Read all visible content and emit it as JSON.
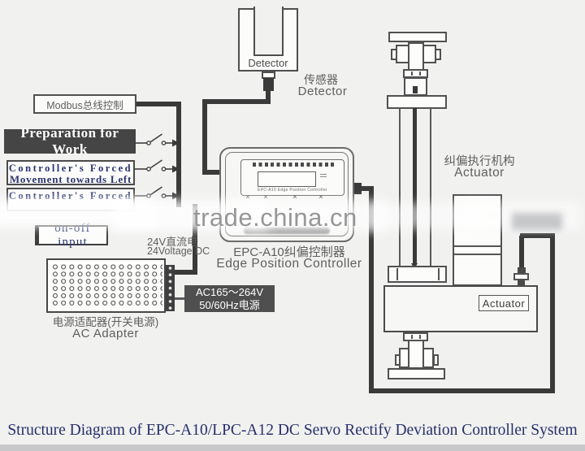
{
  "watermark": "trade.china.cn",
  "caption": "Structure Diagram of EPC-A10/LPC-A12 DC Servo Rectify Deviation Controller System",
  "modbus": {
    "label": "Modbus总线控制"
  },
  "inputs": {
    "preparation": "Preparation for Work",
    "forced_left_1": "Controller's Forced",
    "forced_left_2": "Movement towards Left",
    "forced_right_1": "Controller's Forced",
    "onoff": "on-off input"
  },
  "detector": {
    "device_label": "Detector",
    "label_cn": "传感器",
    "label_en": "Detector"
  },
  "controller": {
    "panel_label": "EPC-A10   Edge Position Controller",
    "label_cn": "EPC-A10纠偏控制器",
    "label_en": "Edge Position Controller"
  },
  "power": {
    "dc_cn": "24V直流电",
    "dc_en": "24Voltage DC",
    "ac_line1": "AC165～264V",
    "ac_line2": "50/60Hz电源",
    "adapter_cn": "电源适配器(开关电源)",
    "adapter_en": "AC Adapter"
  },
  "actuator": {
    "label_cn": "纠偏执行机构",
    "label_en": "Actuator",
    "box_label": "Actuator"
  },
  "colors": {
    "background": "#f1f1f0",
    "wire_dark": "#3a3a3a",
    "outline_gray": "#515151",
    "navy_text": "#2b3570",
    "dark_box": "#4a4a4a",
    "ac_box": "#4f4f4f",
    "watermark_gray": "#979797",
    "caption_navy": "#27306a"
  }
}
